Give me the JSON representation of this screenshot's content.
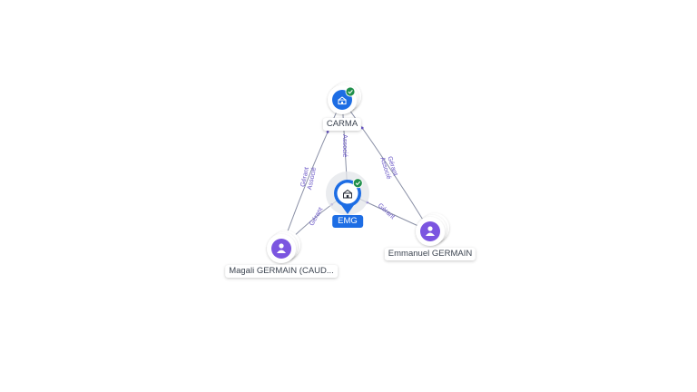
{
  "colors": {
    "company": "#1d6de4",
    "person": "#7b55e0",
    "verified": "#1f8f4a",
    "edge": "#8a90a6",
    "edge_label": "#6a57c6"
  },
  "nodes": [
    {
      "id": "emg",
      "label": "EMG",
      "kind": "company",
      "focus": true,
      "verified": true,
      "icon": "building-icon"
    },
    {
      "id": "carma",
      "label": "CARMA",
      "kind": "company",
      "focus": false,
      "verified": true,
      "icon": "building-icon"
    },
    {
      "id": "magali",
      "label": "Magali GERMAIN (CAUD...",
      "kind": "person",
      "focus": false,
      "verified": false,
      "icon": "person-icon"
    },
    {
      "id": "emmanuel",
      "label": "Emmanuel GERMAIN",
      "kind": "person",
      "focus": false,
      "verified": false,
      "icon": "person-icon"
    }
  ],
  "edges": [
    {
      "from": "emg",
      "to": "carma",
      "labels": [
        "Associé"
      ]
    },
    {
      "from": "magali",
      "to": "carma",
      "labels": [
        "Gérant",
        "Associé"
      ]
    },
    {
      "from": "emmanuel",
      "to": "carma",
      "labels": [
        "Gérant",
        "Associé"
      ]
    },
    {
      "from": "magali",
      "to": "emg",
      "labels": [
        "Gérant"
      ]
    },
    {
      "from": "emmanuel",
      "to": "emg",
      "labels": [
        "Gérant"
      ]
    }
  ]
}
